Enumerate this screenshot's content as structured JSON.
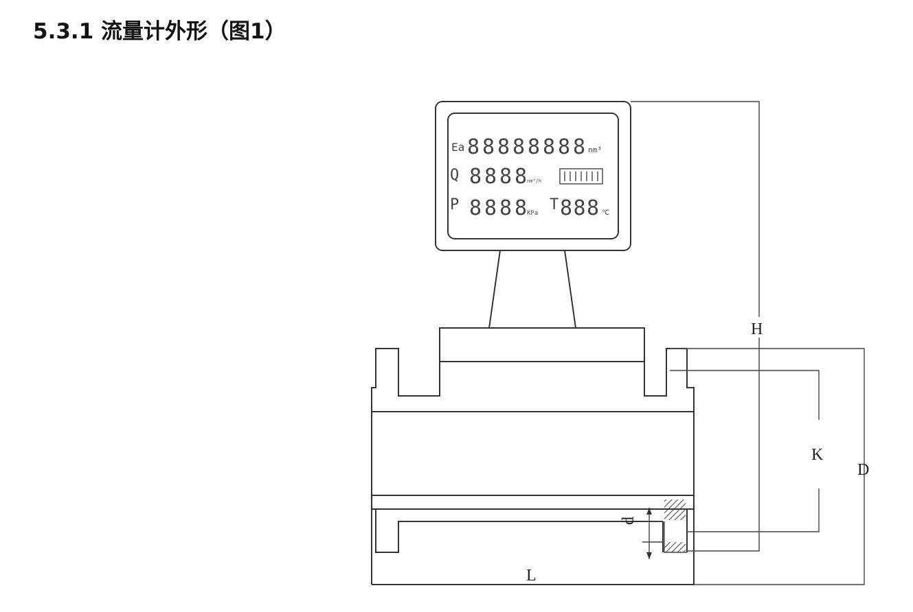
{
  "heading": "5.3.1 流量计外形（图1）",
  "figure": {
    "display": {
      "row1": {
        "label": "Ea",
        "digits": "88888888",
        "unit": "nm³"
      },
      "row2": {
        "label": "Q",
        "digits": "8888",
        "unit": "nm³/h"
      },
      "row3": {
        "label": "P",
        "digits": "8888",
        "unit": "KPa",
        "label2": "T",
        "digits2": "888",
        "unit2": "℃"
      }
    },
    "dimensions": {
      "H": "H",
      "K": "K",
      "D": "D",
      "L": "L",
      "d": "d"
    }
  }
}
